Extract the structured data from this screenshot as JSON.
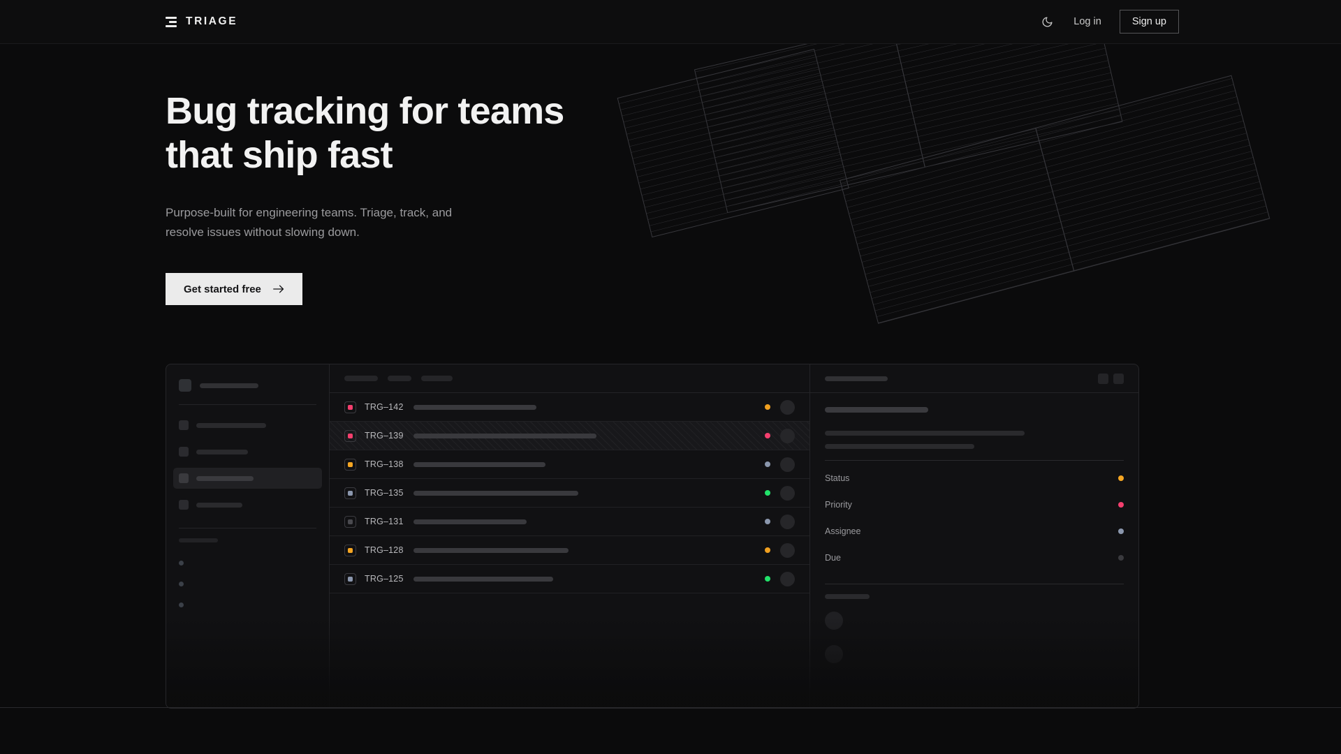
{
  "nav": {
    "brand": "TRIAGE",
    "brand_icon": "stacked-bars-logo-icon",
    "theme_toggle_icon": "moon-icon",
    "login_label": "Log in",
    "signup_label": "Sign up"
  },
  "hero": {
    "headline": "Bug tracking for teams\nthat ship fast",
    "subhead": "Purpose-built for engineering teams. Triage, track, and\nresolve issues without slowing down.",
    "cta_label": "Get started free",
    "cta_icon": "arrow-right-icon"
  },
  "app_mock": {
    "sidebar": {
      "nav_items": [
        {
          "active": false
        },
        {
          "active": false
        },
        {
          "active": true
        },
        {
          "active": false
        }
      ],
      "project_dots": 3
    },
    "issue_list": {
      "toolbar_pills": [
        48,
        34,
        45
      ],
      "rows": [
        {
          "id": "TRG–142",
          "badge_color": "#f43f6e",
          "title_width": 176,
          "status_color": "#f0a020",
          "hatched": false
        },
        {
          "id": "TRG–139",
          "badge_color": "#f43f6e",
          "title_width": 262,
          "status_color": "#f43f6e",
          "hatched": true
        },
        {
          "id": "TRG–138",
          "badge_color": "#f5a623",
          "title_width": 189,
          "status_color": "#8b97ad",
          "hatched": false
        },
        {
          "id": "TRG–135",
          "badge_color": "#8b97ad",
          "title_width": 236,
          "status_color": "#22e26a",
          "hatched": false
        },
        {
          "id": "TRG–131",
          "badge_color": "#4a4a4f",
          "title_width": 162,
          "status_color": "#8b97ad",
          "hatched": false
        },
        {
          "id": "TRG–128",
          "badge_color": "#f5a623",
          "title_width": 222,
          "status_color": "#f0a020",
          "hatched": false
        },
        {
          "id": "TRG–125",
          "badge_color": "#8b97ad",
          "title_width": 200,
          "status_color": "#22e26a",
          "hatched": false
        }
      ]
    },
    "detail_panel": {
      "header_icons": [
        "icon-square-1",
        "icon-square-2"
      ],
      "meta": [
        {
          "label": "Status",
          "color": "#f5a623"
        },
        {
          "label": "Priority",
          "color": "#f43f6e"
        },
        {
          "label": "Assignee",
          "color": "#8b97ad"
        },
        {
          "label": "Due",
          "color": "#3a3a3e"
        }
      ],
      "comment_avatars": 2
    }
  },
  "colors": {
    "background": "#0b0b0c",
    "nav_background": "#0d0d0e",
    "panel_background": "#111113",
    "border": "#262629",
    "cta_background": "#ebebeb",
    "text_primary": "#f2f2f2",
    "text_muted": "#9b9b9e"
  }
}
